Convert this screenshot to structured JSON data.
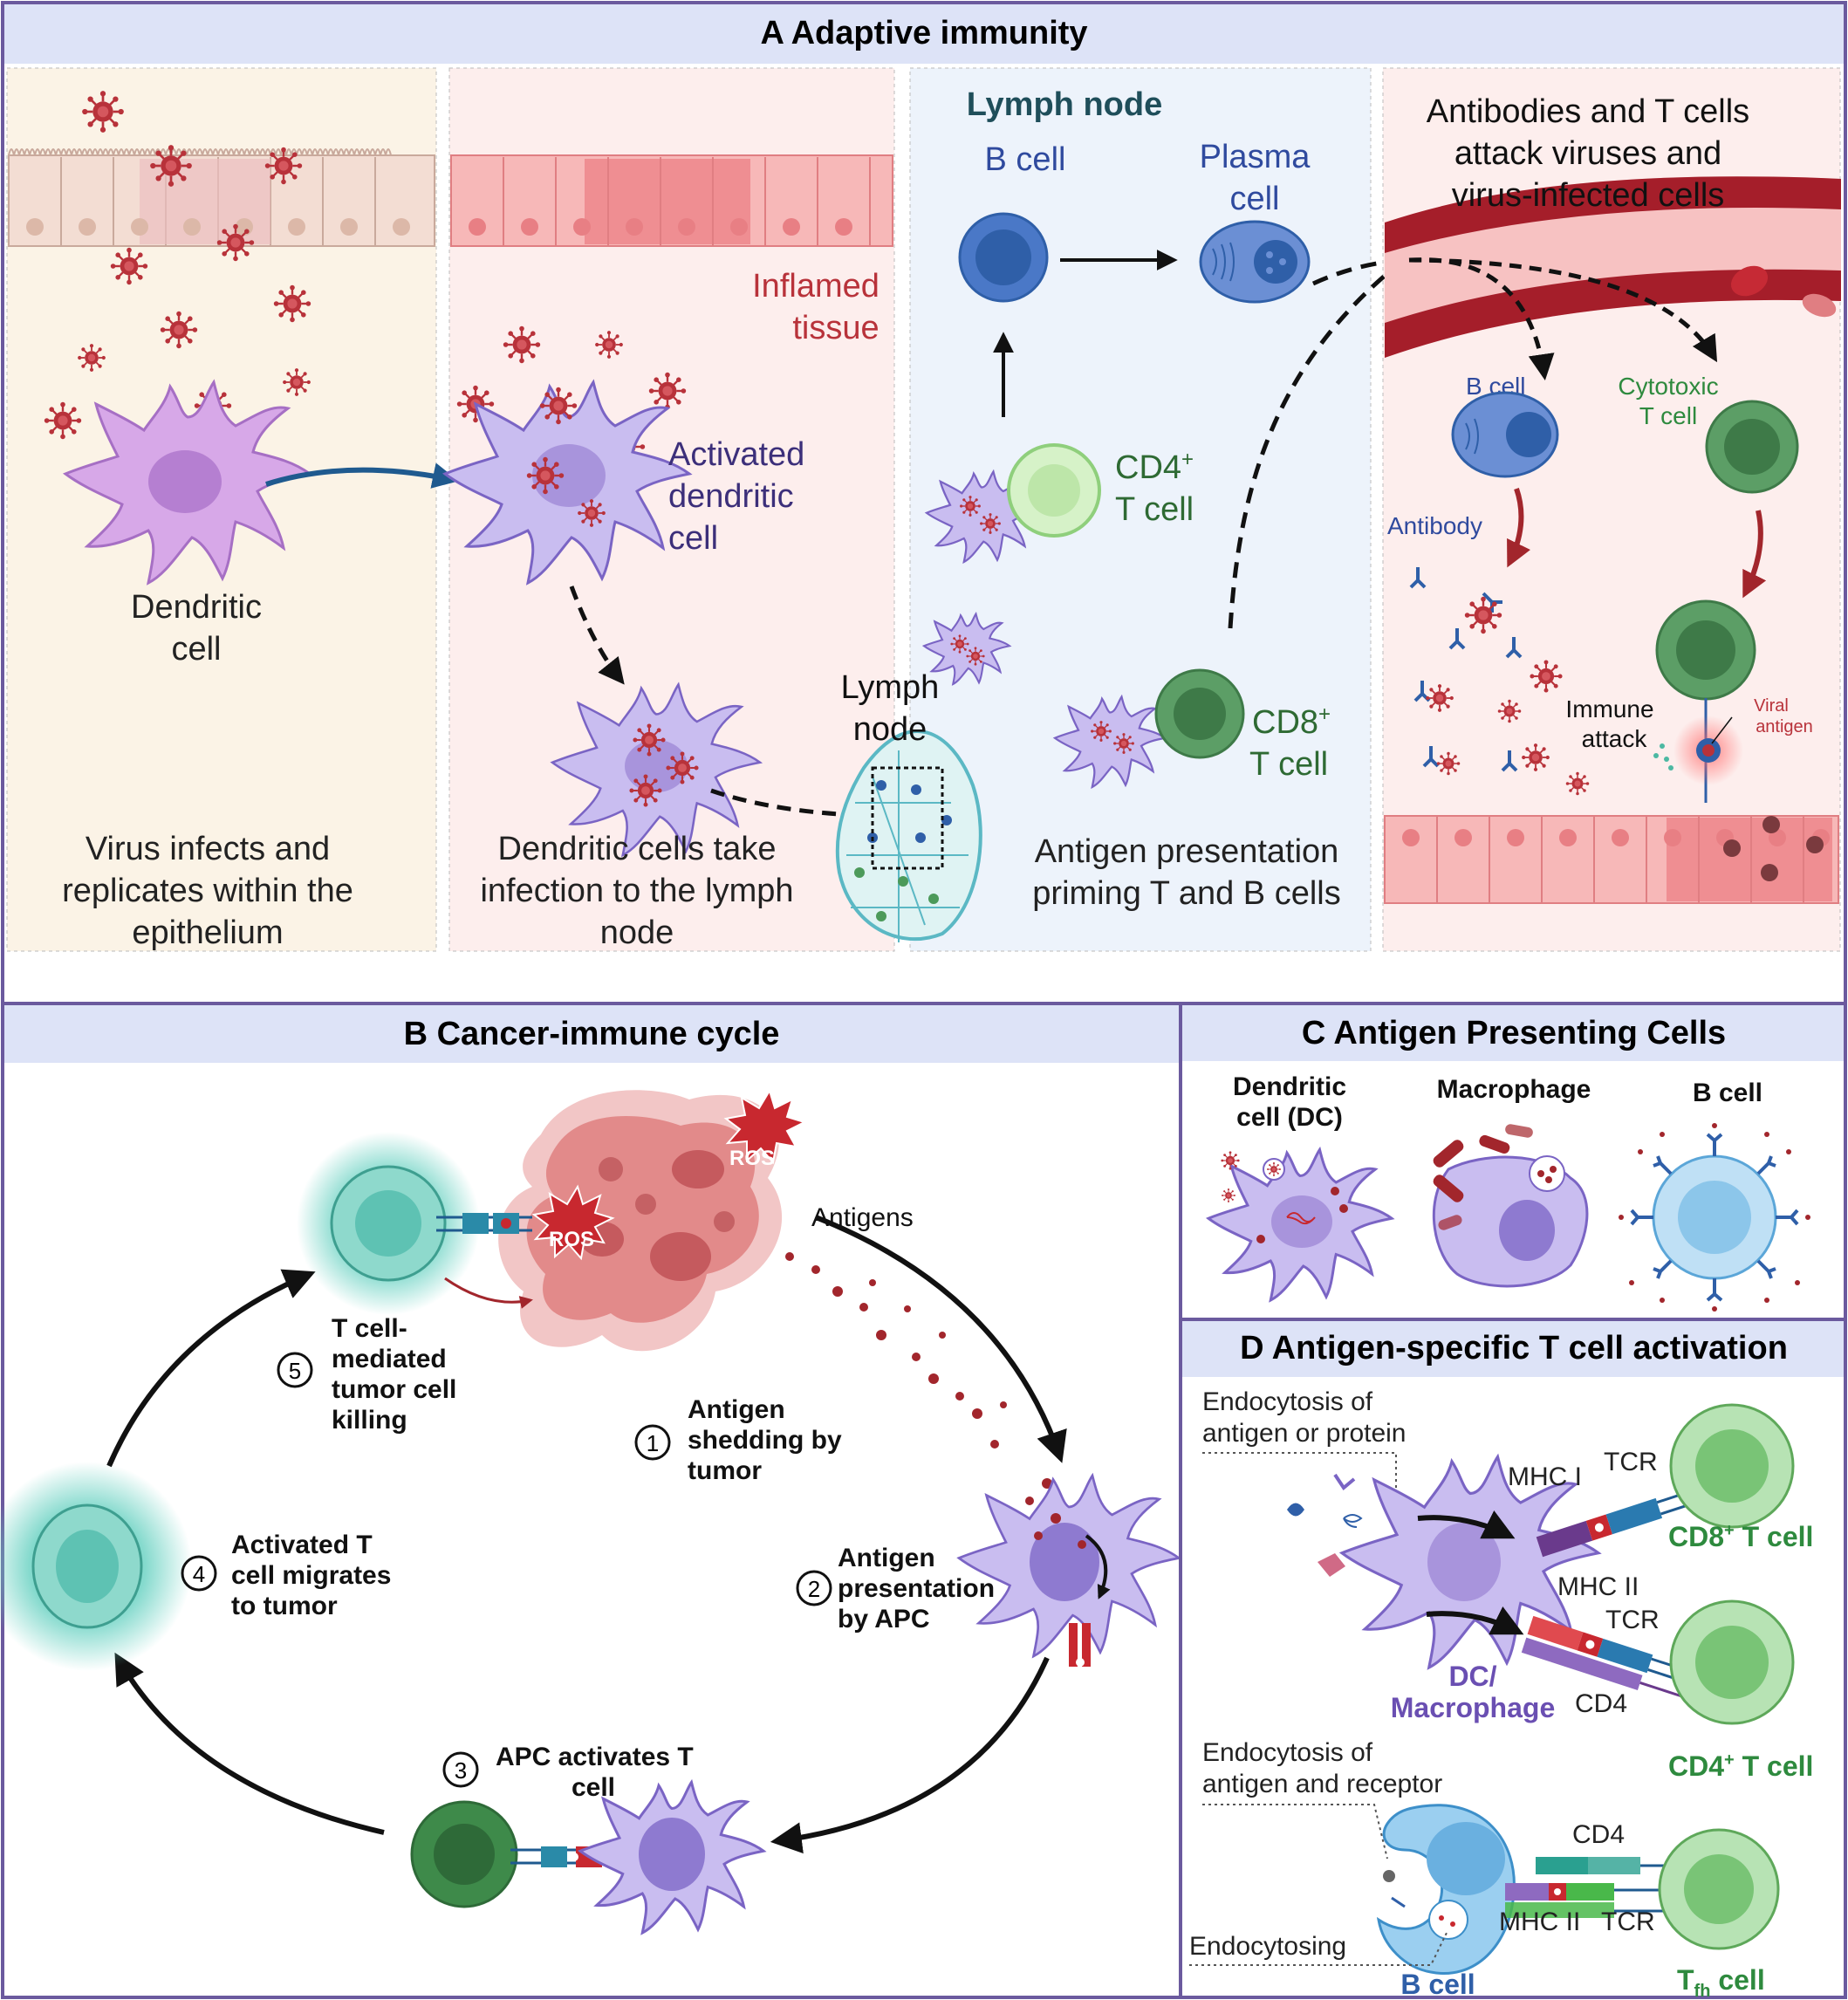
{
  "panelA": {
    "title": "A  Adaptive immunity",
    "s1_label": "Dendritic",
    "s1_label2": "cell",
    "s1_cap": [
      "Virus infects and",
      "replicates within the",
      "epithelium"
    ],
    "s2_inflamed": [
      "Inflamed",
      "tissue"
    ],
    "s2_activated": [
      "Activated",
      "dendritic",
      "cell"
    ],
    "s2_lymph": [
      "Lymph",
      "node"
    ],
    "s2_cap": [
      "Dendritic cells take",
      "infection to the lymph",
      "node"
    ],
    "s3_title": "Lymph node",
    "s3_bcell": "B cell",
    "s3_plasma": [
      "Plasma",
      "cell"
    ],
    "s3_cd4": [
      "CD4",
      "+",
      "T cell"
    ],
    "s3_cd8": [
      "CD8",
      "+",
      "T cell"
    ],
    "s3_cap": [
      "Antigen presentation",
      "priming T and B cells"
    ],
    "s4_title": [
      "Antibodies and T cells",
      "attack viruses and",
      "virus-infected cells"
    ],
    "s4_bcell": "B cell",
    "s4_cyto": [
      "Cytotoxic",
      "T cell"
    ],
    "s4_antibody": "Antibody",
    "s4_immune": [
      "Immune",
      "attack"
    ],
    "s4_viral": [
      "Viral",
      "antigen"
    ]
  },
  "panelB": {
    "title": "B  Cancer-immune cycle",
    "ros": "ROS",
    "antigens": "Antigens",
    "steps": [
      {
        "num": "1",
        "lines": [
          "Antigen",
          "shedding by",
          "tumor"
        ]
      },
      {
        "num": "2",
        "lines": [
          "Antigen",
          "presentation",
          "by APC"
        ]
      },
      {
        "num": "3",
        "lines": [
          "APC activates T",
          "cell"
        ]
      },
      {
        "num": "4",
        "lines": [
          "Activated T",
          "cell migrates",
          "to tumor"
        ]
      },
      {
        "num": "5",
        "lines": [
          "T cell-",
          "mediated",
          "tumor cell",
          "killing"
        ]
      }
    ]
  },
  "panelC": {
    "title": "C   Antigen Presenting Cells",
    "dc": [
      "Dendritic",
      "cell (DC)"
    ],
    "mac": "Macrophage",
    "bcell": "B cell"
  },
  "panelD": {
    "title": "D  Antigen-specific T cell activation",
    "endo1": [
      "Endocytosis of",
      "antigen or protein"
    ],
    "mhc1": "MHC I",
    "tcr1": "TCR",
    "cd8": [
      "CD8",
      "+",
      " T cell"
    ],
    "mhc2": "MHC II",
    "tcr2": "TCR",
    "dcmac": [
      "DC/",
      "Macrophage"
    ],
    "cd4lbl": "CD4",
    "cd4t": [
      "CD4",
      "+",
      " T cell"
    ],
    "endo2": [
      "Endocytosis of",
      "antigen and receptor"
    ],
    "cd4b": "CD4",
    "mhc2b": "MHC II",
    "tcr3": "TCR",
    "endocytosing": "Endocytosing",
    "bcell": "B cell",
    "tfh": [
      "T",
      "fh",
      " cell"
    ]
  },
  "colors": {
    "header_bg": "#dde3f7",
    "border": "#6b5a9e",
    "virus": "#b8323a",
    "dc_purple": "#b79be0",
    "b_blue": "#2f5fa8",
    "t_green": "#2e8a3e",
    "red_text": "#b8323a"
  }
}
